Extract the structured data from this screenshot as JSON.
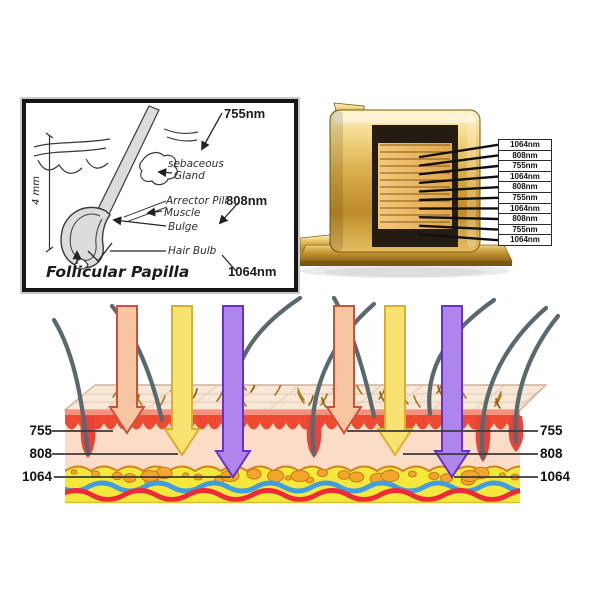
{
  "follicle_panel": {
    "wavelengths": {
      "top": "755nm",
      "mid": "808nm",
      "bottom": "1064nm"
    },
    "anatomy": {
      "sebaceous1": "sebaceous",
      "sebaceous2": "Gland",
      "arrector1": "Arrector Pili",
      "arrector2": "Muscle",
      "bulge": "Bulge",
      "hair_bulb": "Hair Bulb",
      "papilla": "Follicular Papilla",
      "scale": "4 mm"
    }
  },
  "diode_panel": {
    "stack_labels": [
      "1064nm",
      "808nm",
      "755nm",
      "1064nm",
      "808nm",
      "755nm",
      "1064nm",
      "808nm",
      "755nm",
      "1064nm"
    ]
  },
  "skin_panel": {
    "depth_labels_left": [
      "755",
      "808",
      "1064"
    ],
    "depth_labels_right": [
      "755",
      "808",
      "1064"
    ],
    "beams": [
      {
        "wavelength": "755"
      },
      {
        "wavelength": "808"
      },
      {
        "wavelength": "1064"
      },
      {
        "wavelength": "755"
      },
      {
        "wavelength": "808"
      },
      {
        "wavelength": "1064"
      }
    ],
    "colors": {
      "beam_755": "#F6C5A2",
      "beam_755_edge": "#C8523A",
      "beam_808": "#F8E272",
      "beam_808_edge": "#D9AF2E",
      "beam_1064": "#AE85EC",
      "beam_1064_edge": "#6931C6",
      "epidermis_red": "#EE4A32",
      "dermis": "#FBDCC6",
      "fat_yellow": "#F4E83C",
      "fat_globule": "#F4A52C",
      "vessel_red": "#EE2A38",
      "vessel_blue": "#409EE0",
      "hair_gray": "#5A6970",
      "module_gold": "#D9AC48"
    }
  }
}
